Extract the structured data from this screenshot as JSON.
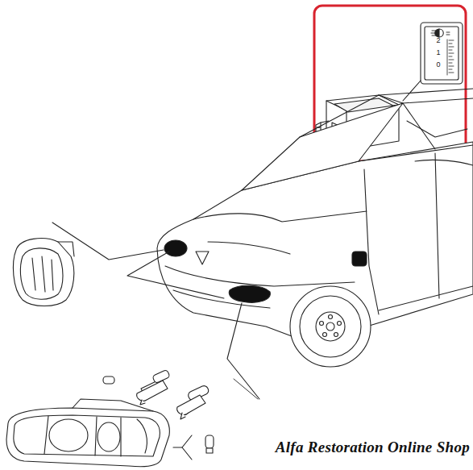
{
  "diagram": {
    "labels": [
      "2",
      "1",
      "0",
      "Alfa Restoration Online Shop"
    ]
  }
}
